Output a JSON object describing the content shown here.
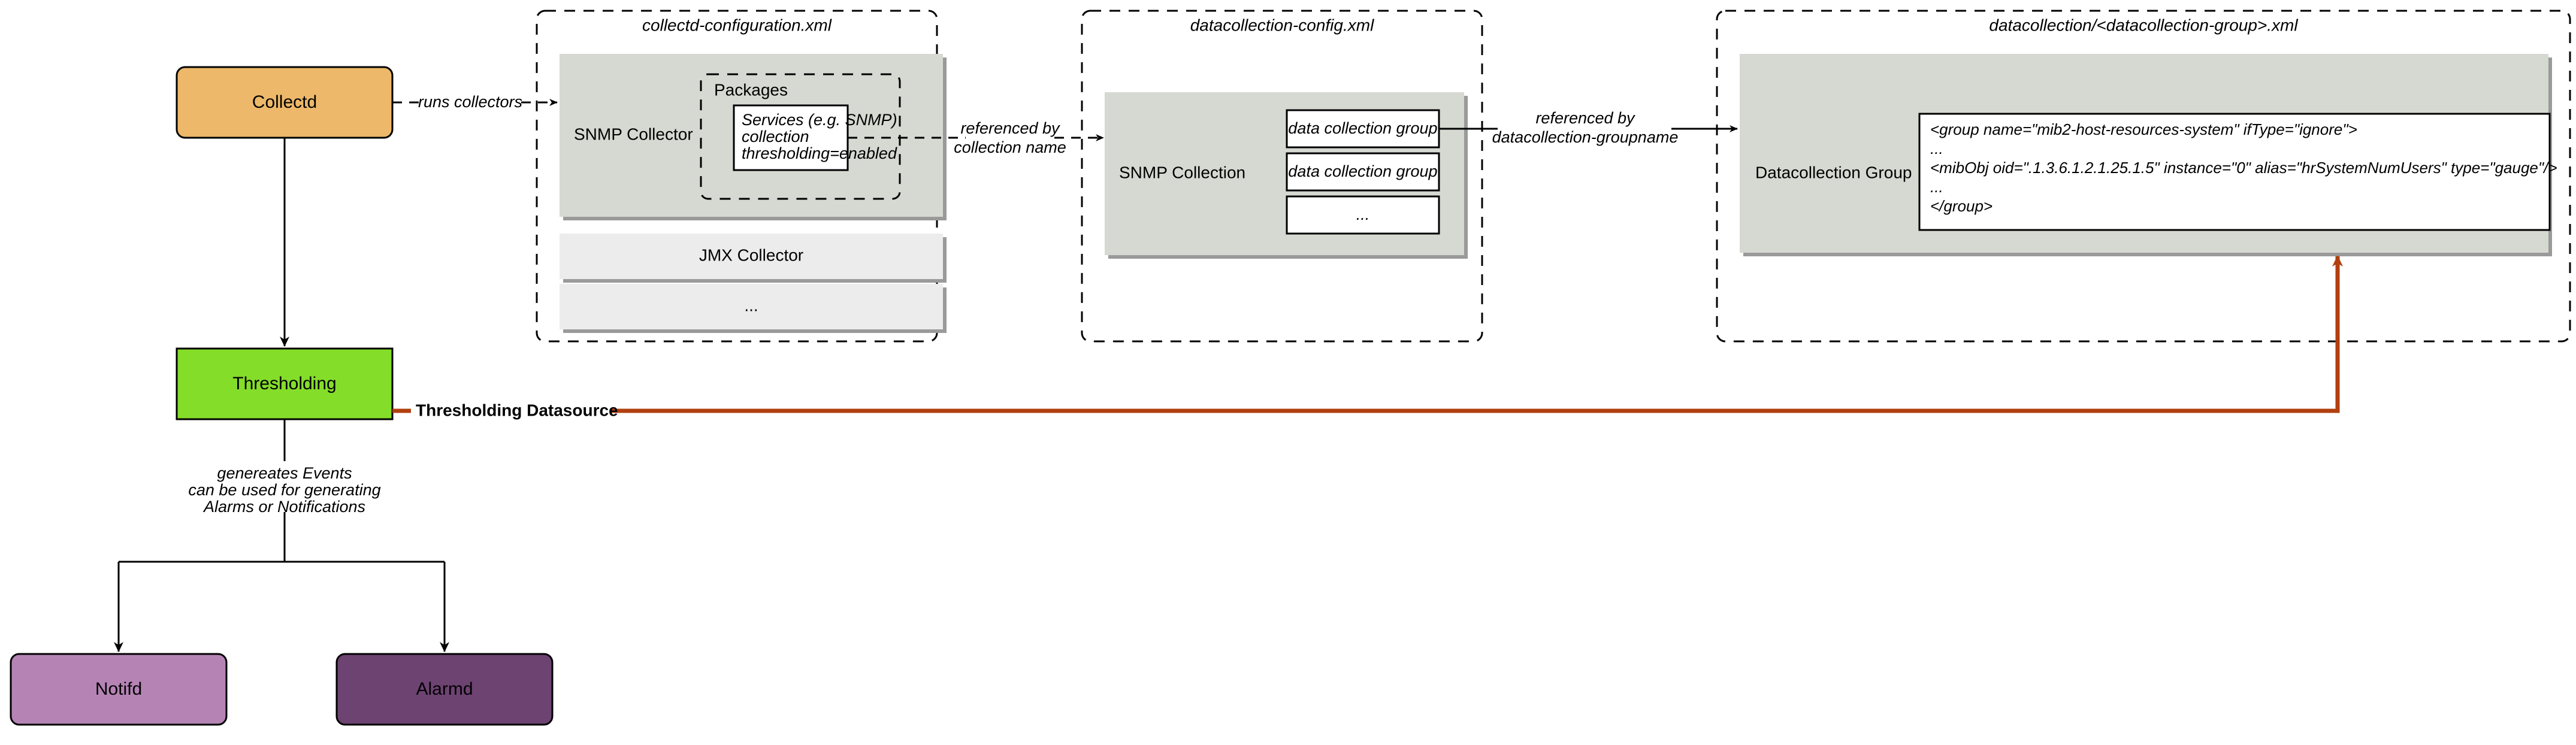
{
  "diagram": {
    "title_nodes": {
      "collectd": "Collectd",
      "thresholding": "Thresholding",
      "notifd": "Notifd",
      "alarmd": "Alarmd"
    },
    "panels": [
      {
        "id": "collectd-configuration",
        "title": "collectd-configuration.xml",
        "blocks": [
          {
            "label": "SNMP Collector",
            "group_label": "Packages",
            "inner_lines": [
              "Services (e.g. SNMP)",
              "collection",
              "thresholding=enabled"
            ]
          },
          {
            "label": "JMX Collector"
          },
          {
            "label": "..."
          }
        ]
      },
      {
        "id": "datacollection-config",
        "title": "datacollection-config.xml",
        "blocks": [
          {
            "label": "SNMP Collection",
            "items": [
              "data collection group",
              "data collection group",
              "..."
            ]
          }
        ]
      },
      {
        "id": "datacollection-group",
        "title": "datacollection/<datacollection-group>.xml",
        "blocks": [
          {
            "label": "Datacollection Group",
            "xml_lines": [
              "<group name=\"mib2-host-resources-system\" ifType=\"ignore\">",
              "   ...",
              "   <mibObj oid=\".1.3.6.1.2.1.25.1.5\" instance=\"0\" alias=\"hrSystemNumUsers\" type=\"gauge\"/>",
              "   ...",
              "</group>"
            ]
          }
        ]
      }
    ],
    "edges": {
      "runs_collectors": "runs collectors",
      "referenced_by_collection_name_line1": "referenced by",
      "referenced_by_collection_name_line2": "collection name",
      "referenced_by_groupname_line1": "referenced by",
      "referenced_by_groupname_line2": "datacollection-groupname",
      "thresholding_datasource": "Thresholding Datasource",
      "generates_note_line1": "genereates Events",
      "generates_note_line2": "can be used for generating",
      "generates_note_line3": "Alarms or Notifications"
    },
    "colors": {
      "collectd_fill": "#edb86a",
      "thresholding_fill": "#84dd29",
      "notifd_fill": "#b584b5",
      "alarmd_fill": "#6d4372",
      "panel_block_fill": "#d5d9d1",
      "light_block_fill": "#ececec",
      "white_fill": "#ffffff",
      "red_accent": "#b1400e",
      "stroke": "#000000"
    }
  }
}
